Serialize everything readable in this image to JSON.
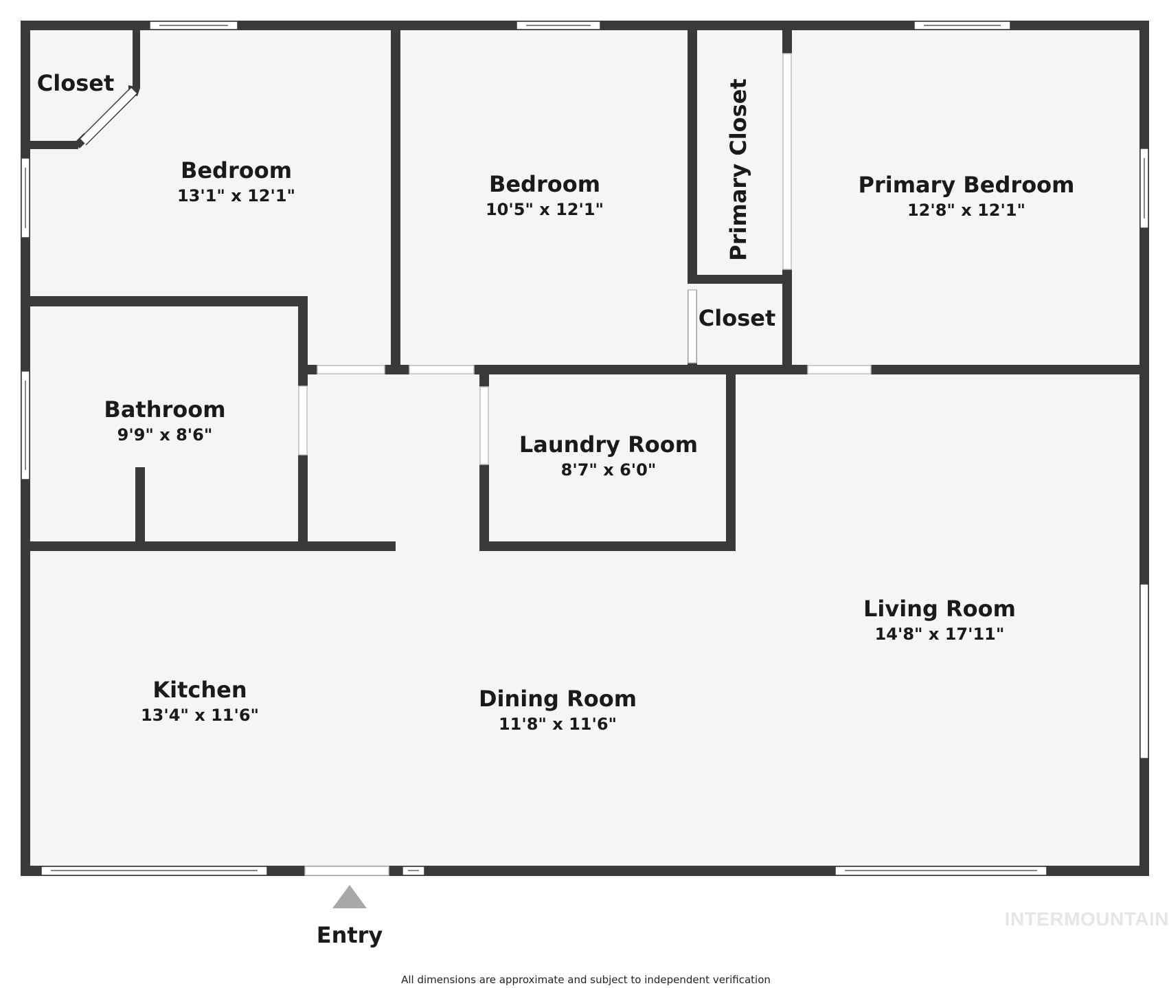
{
  "rooms": [
    {
      "id": "closet-1",
      "name": "Closet",
      "dims": ""
    },
    {
      "id": "bedroom-1",
      "name": "Bedroom",
      "dims": "13'1\" x 12'1\""
    },
    {
      "id": "bedroom-2",
      "name": "Bedroom",
      "dims": "10'5\" x 12'1\""
    },
    {
      "id": "primary-closet",
      "name": "Primary Closet",
      "dims": ""
    },
    {
      "id": "primary-bedroom",
      "name": "Primary Bedroom",
      "dims": "12'8\" x 12'1\""
    },
    {
      "id": "closet-2",
      "name": "Closet",
      "dims": ""
    },
    {
      "id": "bathroom",
      "name": "Bathroom",
      "dims": "9'9\" x 8'6\""
    },
    {
      "id": "laundry-room",
      "name": "Laundry Room",
      "dims": "8'7\" x 6'0\""
    },
    {
      "id": "living-room",
      "name": "Living Room",
      "dims": "14'8\" x 17'11\""
    },
    {
      "id": "kitchen",
      "name": "Kitchen",
      "dims": "13'4\" x 11'6\""
    },
    {
      "id": "dining-room",
      "name": "Dining Room",
      "dims": "11'8\" x 11'6\""
    }
  ],
  "entry_label": "Entry",
  "disclaimer": "All dimensions are approximate and subject to independent verification",
  "watermark": "INTERMOUNTAIN",
  "colors": {
    "wall": "#3a3a3a",
    "floor": "#f5f5f5",
    "entry_marker": "#a8a8a8",
    "watermark": "#e6e6e6"
  }
}
